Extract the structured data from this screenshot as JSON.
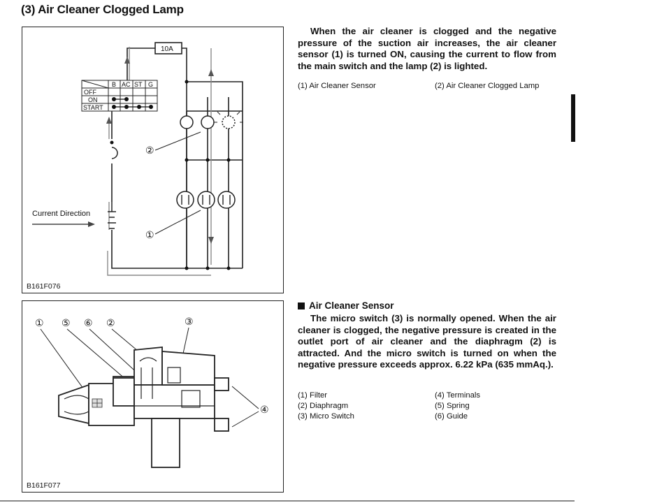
{
  "title": "(3) Air Cleaner Clogged Lamp",
  "figure1": {
    "code": "B161F076",
    "fuse_label": "10A",
    "switch_table": {
      "columns": [
        "B",
        "AC",
        "ST",
        "G"
      ],
      "rows": [
        "OFF",
        "ON",
        "START"
      ]
    },
    "current_direction_label": "Current Direction",
    "callout_2": "②",
    "callout_1": "①"
  },
  "figure2": {
    "code": "B161F077",
    "callouts": [
      "①",
      "⑤",
      "⑥",
      "②",
      "③",
      "④"
    ]
  },
  "text1": {
    "paragraph": "When the air cleaner is clogged and the negative pressure of the suction air increases, the air cleaner sensor (1) is turned ON, causing the current to flow from the main switch and the lamp (2) is lighted.",
    "legend": [
      "(1)  Air Cleaner Sensor",
      "(2)  Air Cleaner Clogged Lamp"
    ]
  },
  "text2": {
    "heading": "Air Cleaner Sensor",
    "paragraph": "The micro switch (3) is normally opened.  When the air cleaner is clogged, the negative pressure is created in the outlet port of air cleaner and the diaphragm (2) is attracted.  And the micro switch is turned on when the negative pressure exceeds approx. 6.22 kPa (635 mmAq.).",
    "legend_left": [
      "(1)  Filter",
      "(2)  Diaphragm",
      "(3)  Micro Switch"
    ],
    "legend_right": [
      "(4)  Terminals",
      "(5)  Spring",
      "(6)  Guide"
    ]
  }
}
